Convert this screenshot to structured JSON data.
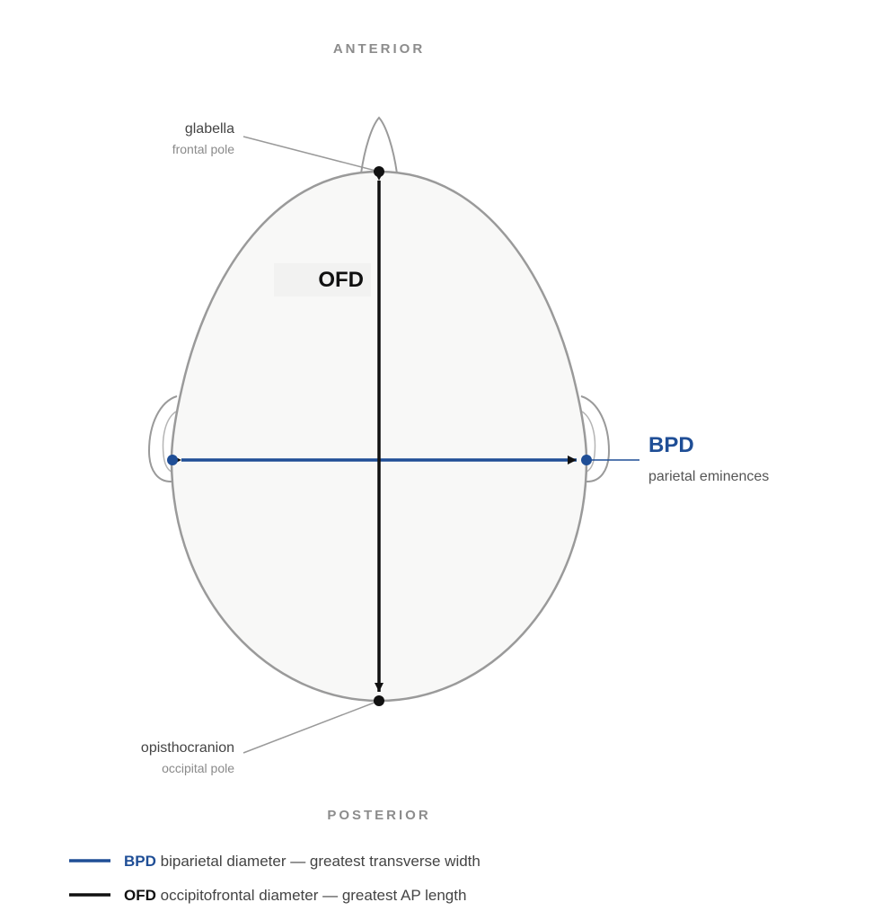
{
  "directions": {
    "anterior": "ANTERIOR",
    "posterior": "POSTERIOR"
  },
  "landmarks": {
    "glabella": {
      "name": "glabella",
      "note": "frontal pole"
    },
    "opisthocranion": {
      "name": "opisthocranion",
      "note": "occipital pole"
    },
    "parietal": {
      "note": "parietal eminences"
    }
  },
  "measurements": {
    "ofd": {
      "abbr": "OFD",
      "color": "#111111"
    },
    "bpd": {
      "abbr": "BPD",
      "color": "#1f4e96"
    }
  },
  "legend": [
    {
      "abbr": "BPD",
      "text": " biparietal diameter — greatest transverse width",
      "color": "#1f4e96"
    },
    {
      "abbr": "OFD",
      "text": " occipitofrontal diameter — greatest AP length",
      "color": "#111111"
    }
  ],
  "colors": {
    "outline": "#9a9a9a",
    "fill": "#f8f8f7",
    "muted_text": "#8a8a8a",
    "label_text": "#444444",
    "direction_text": "#8c8c8c"
  }
}
